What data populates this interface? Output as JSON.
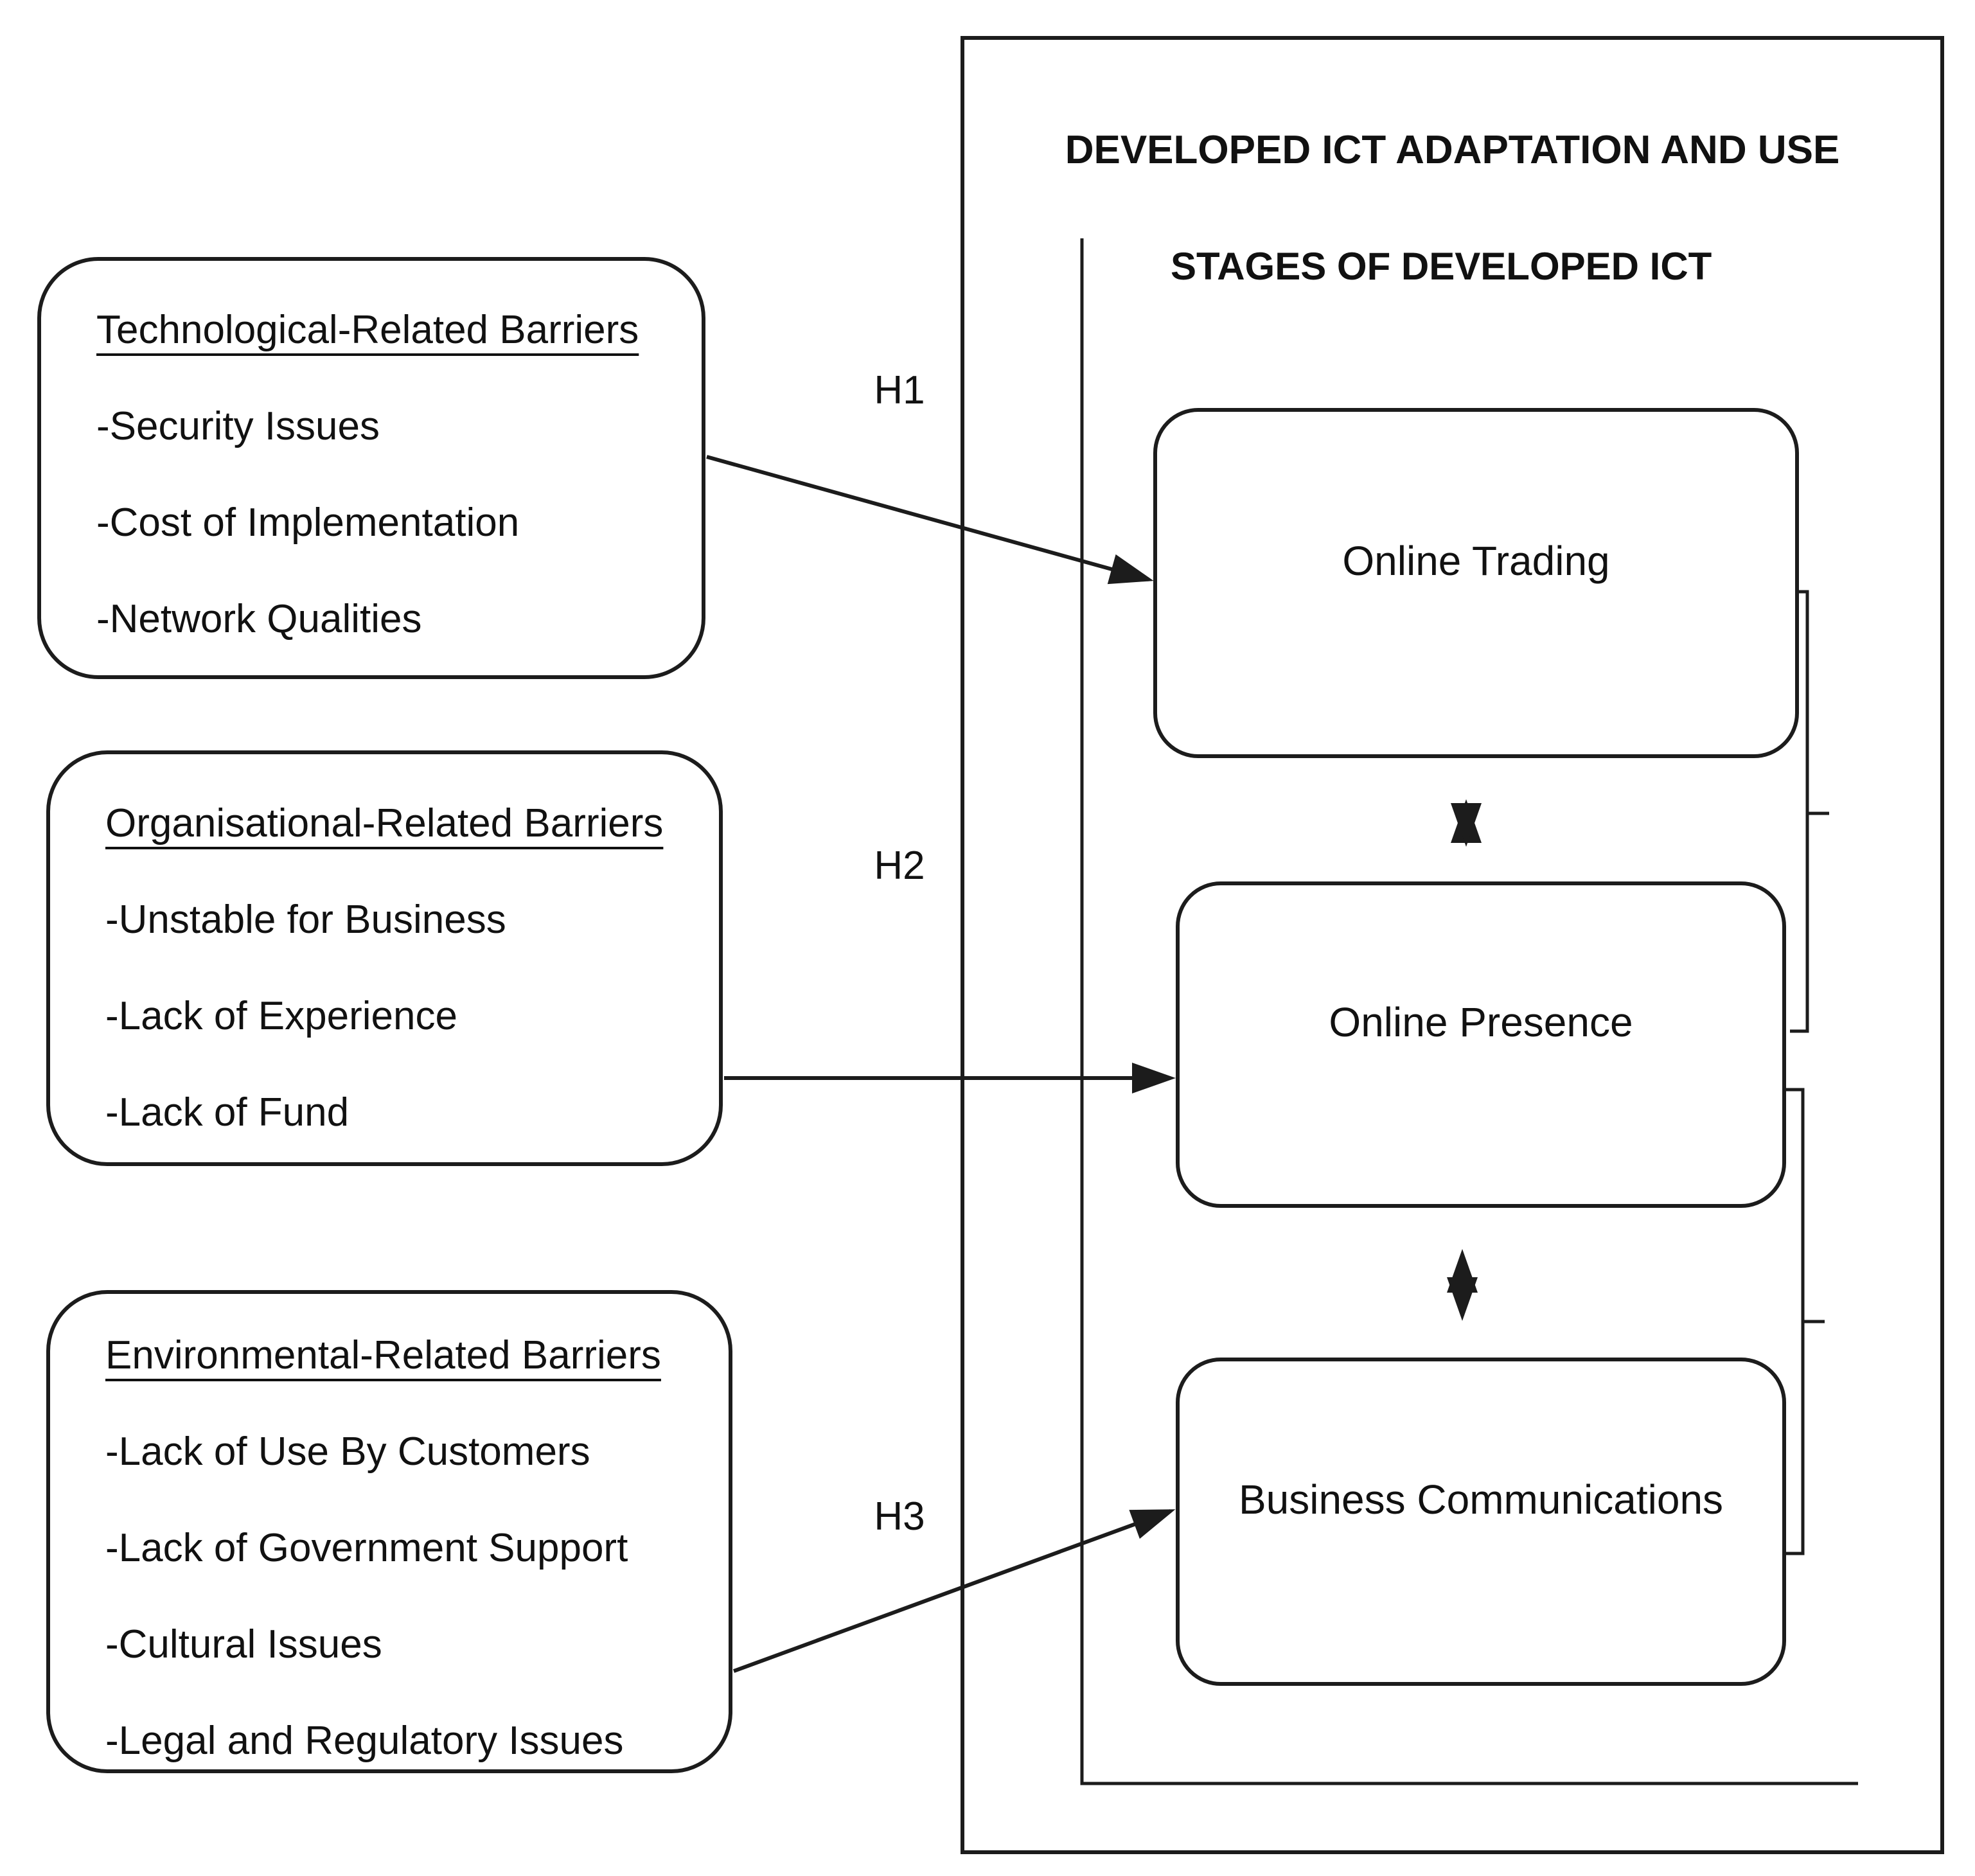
{
  "diagram": {
    "panel": {
      "title": "DEVELOPED ICT ADAPTATION AND USE",
      "subtitle": "STAGES OF DEVELOPED ICT"
    },
    "barriers": [
      {
        "title": "Technological-Related Barriers",
        "items": [
          "-Security Issues",
          "-Cost of Implementation",
          "-Network Qualities"
        ]
      },
      {
        "title": "Organisational-Related Barriers",
        "items": [
          "-Unstable for Business",
          "-Lack of Experience",
          "-Lack of Fund"
        ]
      },
      {
        "title": "Environmental-Related Barriers",
        "items": [
          "-Lack of Use By Customers",
          "-Lack of Government Support",
          "-Cultural Issues",
          "-Legal and Regulatory Issues"
        ]
      }
    ],
    "hypotheses": {
      "h1": "H1",
      "h2": "H2",
      "h3": "H3"
    },
    "stages": {
      "trading": "Online Trading",
      "presence": "Online Presence",
      "communications": "Business Communications"
    }
  },
  "colors": {
    "line": "#1c1c1c",
    "text": "#111111",
    "background": "#ffffff"
  }
}
